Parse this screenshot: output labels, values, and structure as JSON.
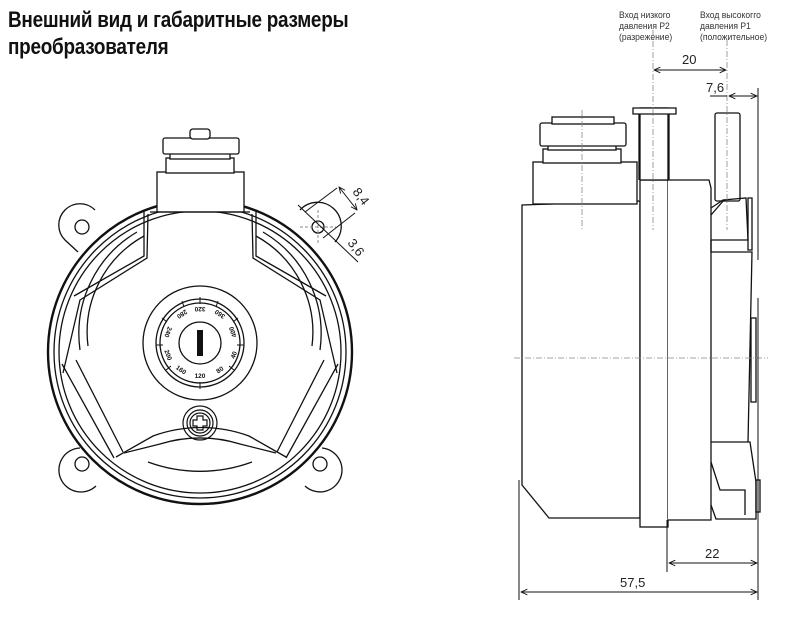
{
  "title": {
    "line1": "Внешний вид и габаритные размеры",
    "line2": "преобразователя"
  },
  "inputs": {
    "low_pressure": {
      "line1": "Вход низкого",
      "line2": "давления Р2",
      "line3": "(разрежение)"
    },
    "high_pressure": {
      "line1": "Вход высокогго",
      "line2": "давления Р1",
      "line3": "(положительное)"
    }
  },
  "dimensions": {
    "port_spacing": "20",
    "port_offset": "7,6",
    "mount_hole_outer": "8,4",
    "mount_hole_inner": "3,6",
    "rear_depth": "22",
    "total_depth": "57,5"
  },
  "dial": {
    "labels": [
      "320",
      "360",
      "400",
      "40",
      "80",
      "120",
      "160",
      "200",
      "240",
      "280"
    ],
    "knob_icon": "slot-knob-icon",
    "screw_icon": "phillips-screw-icon"
  },
  "colors": {
    "line": "#111111",
    "axis": "#888888",
    "background": "#ffffff"
  }
}
